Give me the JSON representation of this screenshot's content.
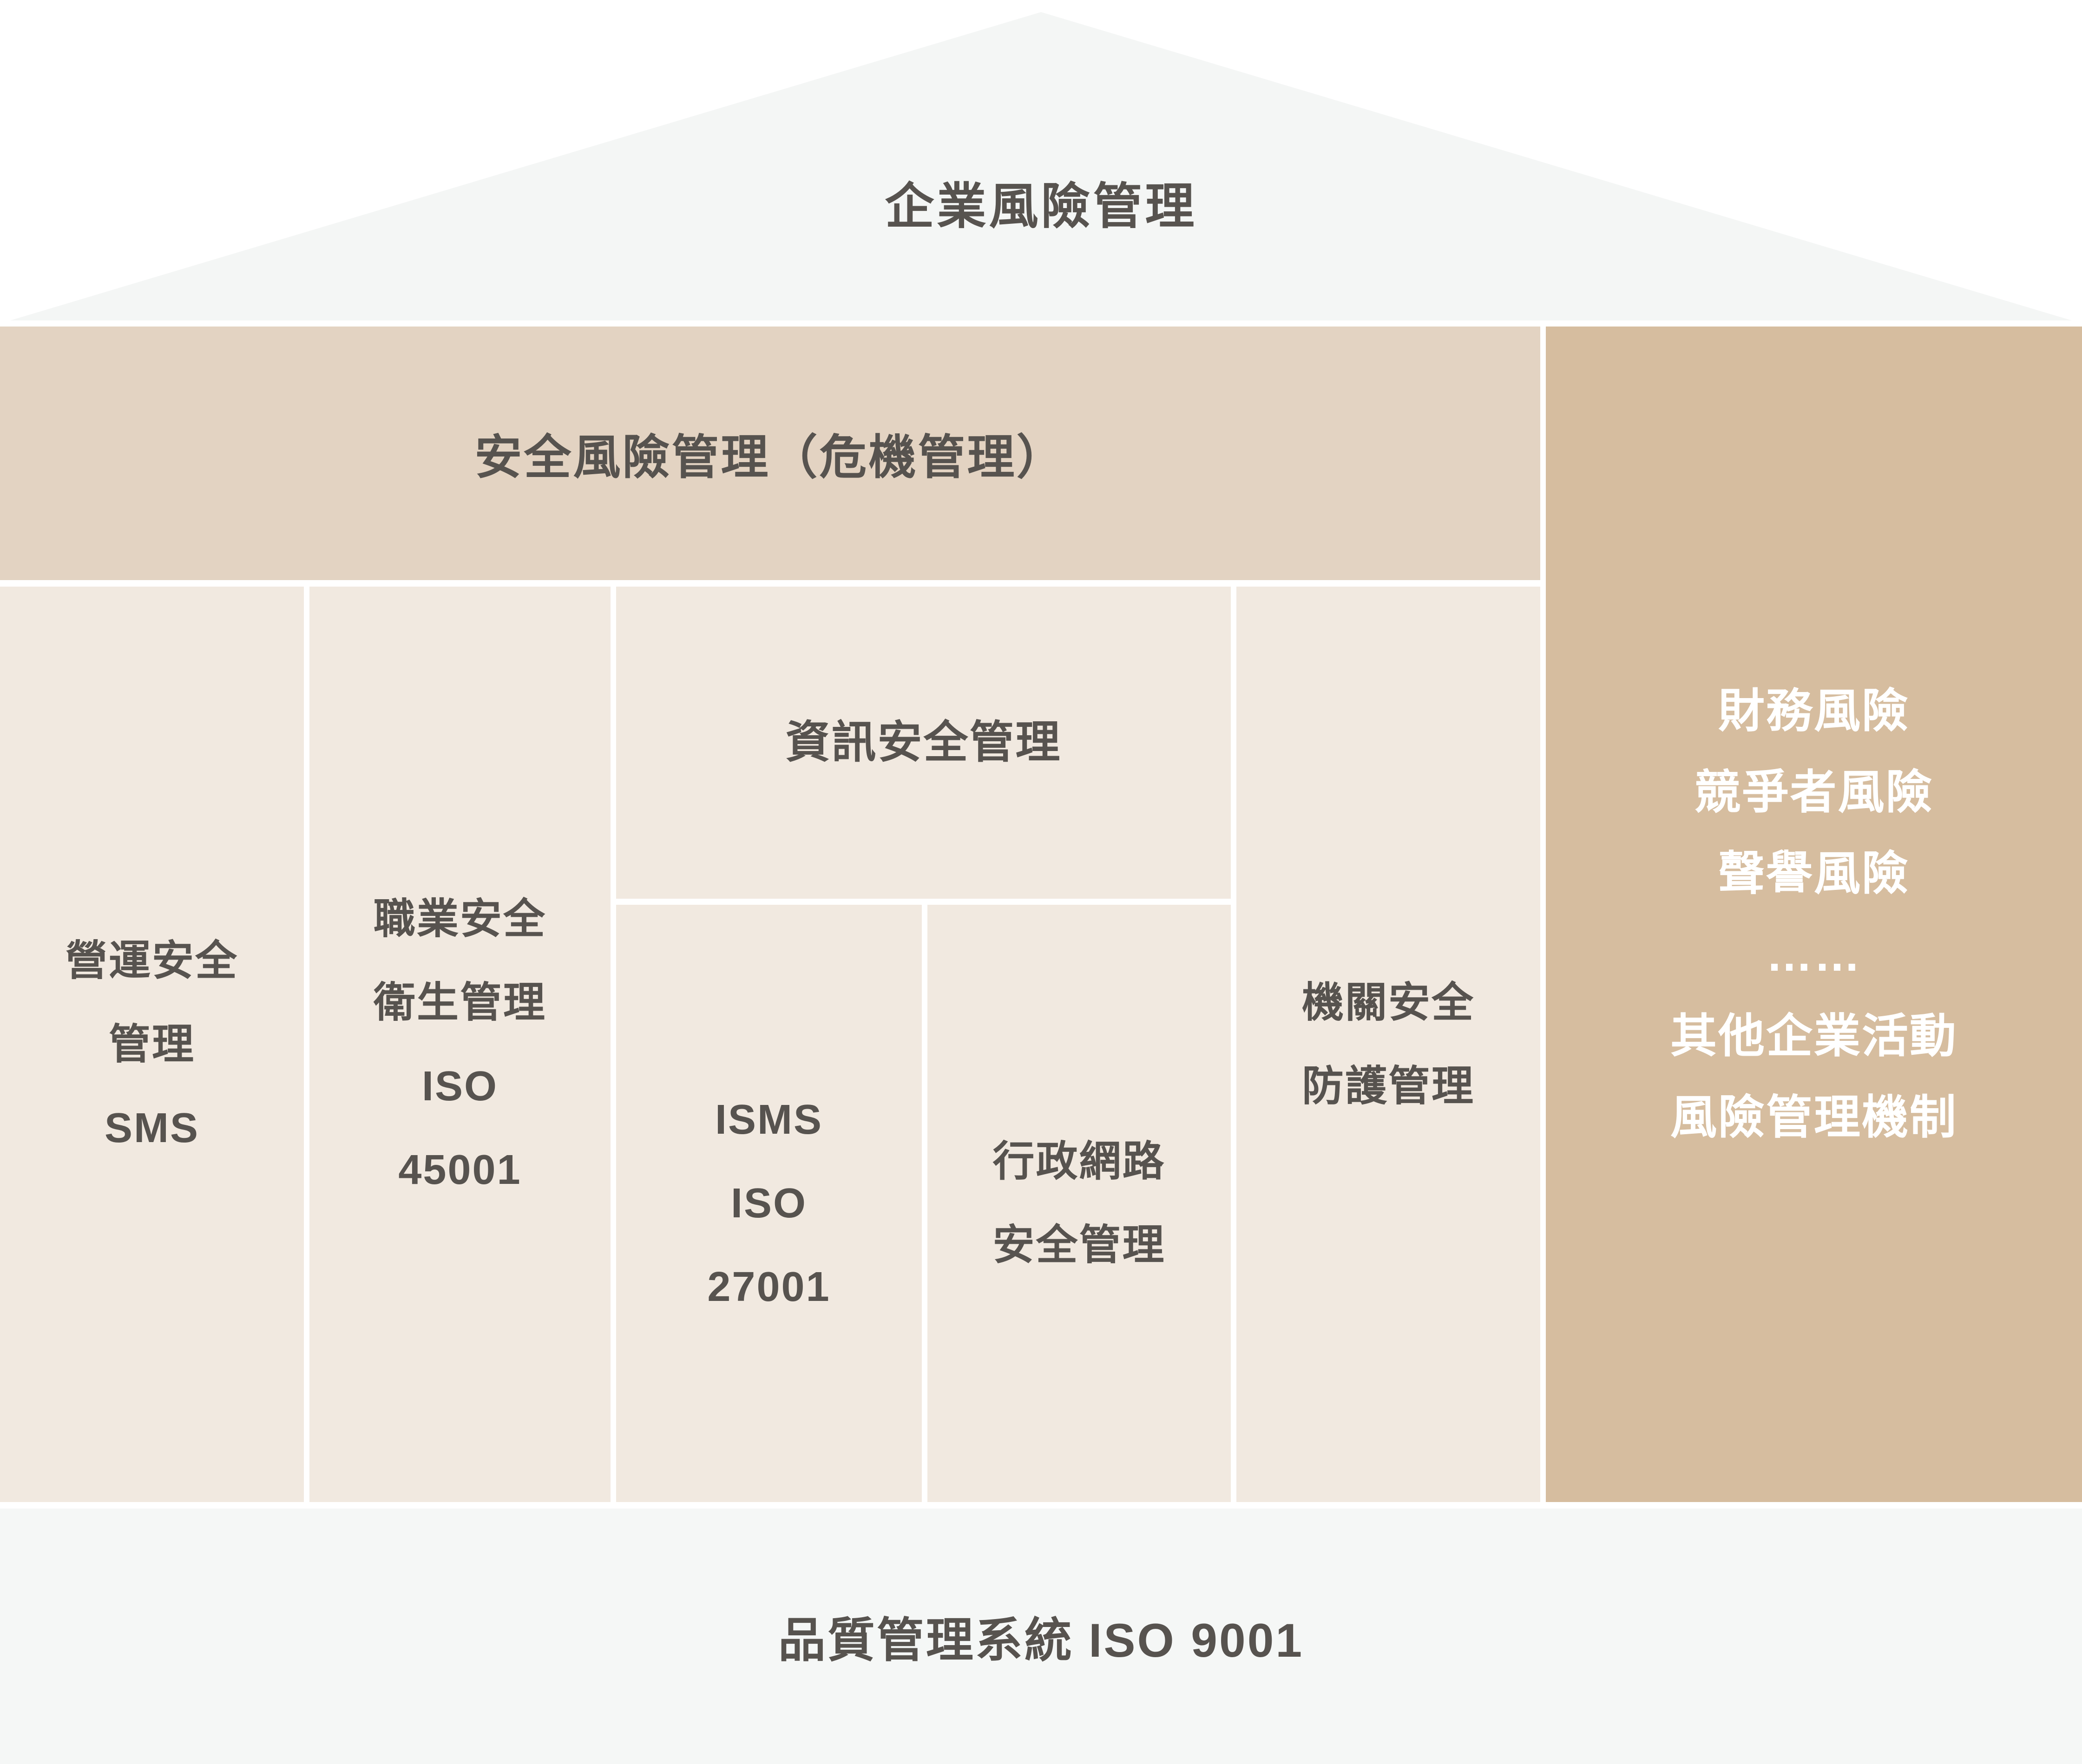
{
  "colors": {
    "background": "#ffffff",
    "roof_gray": "#f4f6f5",
    "safety_band_tan": "#e3d3c2",
    "cell_beige": "#f1e9e0",
    "accent_column_tan": "#d6bd9f",
    "bottom_band_gray": "#f5f7f6",
    "text_dark": "#57534f",
    "text_white": "#ffffff"
  },
  "roof": {
    "title": "企業風險管理"
  },
  "safety_band": {
    "label": "安全風險管理（危機管理）"
  },
  "columns": [
    {
      "id": "operation-safety",
      "lines": [
        "營運安全",
        "管理",
        "SMS"
      ]
    },
    {
      "id": "occupational-safety",
      "lines": [
        "職業安全",
        "衛生管理",
        "ISO",
        "45001"
      ]
    },
    {
      "id": "information-security",
      "header": "資訊安全管理",
      "cells": [
        {
          "id": "isms",
          "lines": [
            "ISMS",
            "ISO",
            "27001"
          ]
        },
        {
          "id": "admin-network",
          "lines": [
            "行政網路",
            "安全管理"
          ]
        }
      ]
    },
    {
      "id": "facility-security",
      "lines": [
        "機關安全",
        "防護管理"
      ]
    }
  ],
  "accent_column": {
    "lines": [
      "財務風險",
      "競爭者風險",
      "聲譽風險",
      "……",
      "其他企業活動",
      "風險管理機制"
    ]
  },
  "bottom_band": {
    "label": "品質管理系統 ISO 9001"
  }
}
